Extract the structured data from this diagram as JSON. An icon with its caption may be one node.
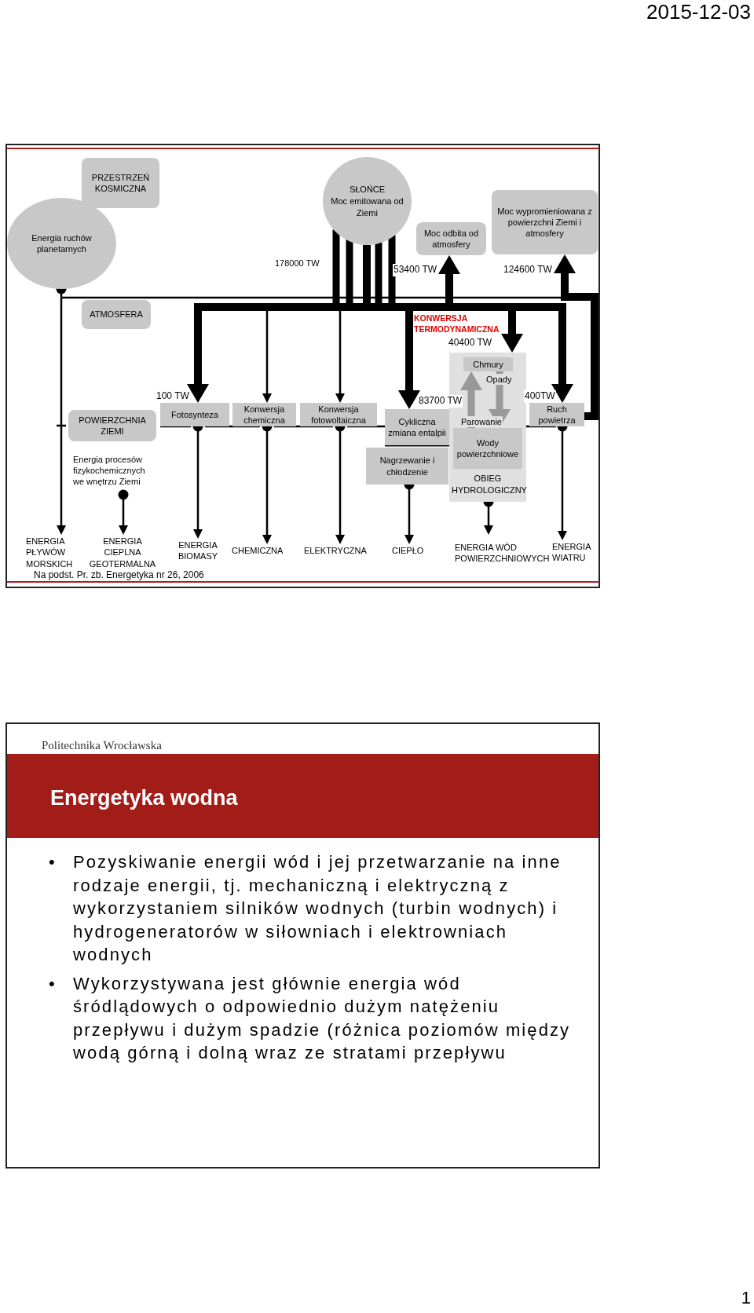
{
  "diagram": {
    "nodes": [
      {
        "text": [
          "PRZESTRZEŃ KOSMICZNA"
        ]
      },
      {
        "text": [
          "Energia ruchów planetarnych"
        ]
      },
      {
        "text": [
          "SŁOŃCE",
          "Moc emitowana od Ziemi"
        ],
        "beside": [
          "178000 TW"
        ]
      },
      {
        "text": [
          "Moc odbita od atmosfery"
        ]
      },
      {
        "text": [
          "Moc wypromieniowana z powierzchni Ziemi i atmosfery"
        ]
      },
      {
        "text": [
          "ATMOSFERA"
        ]
      },
      {
        "text": [
          "OBIEG HYDROLOGICZNY"
        ]
      },
      {
        "text": [
          "Chmury"
        ],
        "in": 6
      },
      {
        "text": [
          "Wody powierzchniowe"
        ],
        "in": 6
      },
      {
        "text": [
          "POWIERZCHNIA ZIEMI"
        ]
      },
      {
        "text": [
          "Fotosynteza"
        ]
      },
      {
        "text": [
          "Konwersja chemiczna"
        ]
      },
      {
        "text": [
          "Konwersja fotowoltaiczna"
        ]
      },
      {
        "text": [
          "Cykliczna zmiana entalpii"
        ]
      },
      {
        "text": [
          "Ruch powietrza"
        ]
      },
      {
        "text": [
          "Nagrzewanie i chłodzenie"
        ]
      },
      {
        "text": [
          "Energia procesów fizykochemicznych we wnętrzu Ziemi"
        ]
      },
      {
        "text": [
          "ENERGIA PŁYWÓW MORSKICH"
        ]
      },
      {
        "text": [
          "ENERGIA CIEPLNA GEOTERMALNA"
        ]
      },
      {
        "text": [
          "ENERGIA BIOMASY"
        ]
      },
      {
        "text": [
          "CHEMICZNA"
        ]
      },
      {
        "text": [
          "ELEKTRYCZNA"
        ]
      },
      {
        "text": [
          "CIEPŁO"
        ]
      },
      {
        "text": [
          "ENERGIA WÓD POWIERZCHNIOWYCH"
        ]
      },
      {
        "text": [
          "ENERGIA WIATRU"
        ]
      }
    ],
    "edges": [
      {
        "from": 1,
        "to": 17,
        "arrow": "to"
      },
      {
        "from": 2,
        "to": 3,
        "arrow": "to",
        "style": "thick",
        "label": "53400 TW"
      },
      {
        "from": 14,
        "to": 4,
        "arrow": "to",
        "style": "thick",
        "label": "124600 TW"
      },
      {
        "from": 2,
        "to": 10,
        "arrow": "to",
        "style": "thick",
        "label": "100 TW"
      },
      {
        "from": 2,
        "to": 11,
        "arrow": "to"
      },
      {
        "from": 2,
        "to": 12,
        "arrow": "to"
      },
      {
        "from": 2,
        "to": 13,
        "arrow": "to",
        "style": "thick",
        "label": "83700 TW"
      },
      {
        "from": 2,
        "to": 6,
        "arrow": "to",
        "style": "thick",
        "label": "40400 TW"
      },
      {
        "from": 2,
        "to": 14,
        "arrow": "to",
        "style": "thick",
        "label": "400TW"
      },
      {
        "from": 8,
        "to": 7,
        "arrow": "to",
        "style": "thick",
        "color": "#999999",
        "label": "Parowanie"
      },
      {
        "from": 7,
        "to": 8,
        "arrow": "to",
        "style": "thick",
        "color": "#999999",
        "label": "Opady"
      },
      {
        "from": 10,
        "to": 19,
        "arrow": "to"
      },
      {
        "from": 11,
        "to": 20,
        "arrow": "to"
      },
      {
        "from": 12,
        "to": 21,
        "arrow": "to"
      },
      {
        "from": 15,
        "to": 22,
        "arrow": "to"
      },
      {
        "from": 6,
        "to": 23,
        "arrow": "to"
      },
      {
        "from": 14,
        "to": 24,
        "arrow": "to"
      },
      {
        "from": 16,
        "to": 18,
        "arrow": "to"
      }
    ],
    "labels": [
      "2015-12-03",
      "KONWERSJA TERMODYNAMICZNA",
      "Na podst. Pr. zb. Energetyka nr 26, 2006",
      "Politechnika Wrocławska",
      "Energetyka wodna",
      "•",
      "Pozyskiwanie energii wód i jej przetwarzanie na inne rodzaje energii, tj. mechaniczną i elektryczną z wykorzystaniem silników wodnych (turbin wodnych) i hydrogeneratorów w siłowniach i elektrowniach wodnych",
      "•",
      "Wykorzystywana jest głównie energia wód śródlądowych o odpowiednio dużym natężeniu przepływu i dużym spadzie (różnica poziomów między wodą górną i dolną wraz ze stratami przepływu",
      "1"
    ]
  }
}
